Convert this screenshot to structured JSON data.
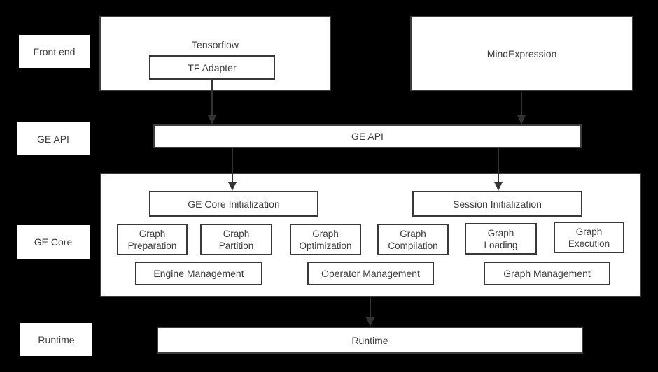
{
  "colors": {
    "background": "#000000",
    "box_fill": "#ffffff",
    "box_border": "#3d3d3d",
    "text": "#3d3d3d",
    "arrow": "#333333"
  },
  "side_labels": [
    {
      "label": "Front end"
    },
    {
      "label": "GE API"
    },
    {
      "label": "GE Core"
    },
    {
      "label": "Runtime"
    }
  ],
  "frontend": {
    "tensorflow_label": "Tensorflow",
    "tf_adapter_label": "TF Adapter",
    "mindexpression_label": "MindExpression"
  },
  "ge_api": {
    "label": "GE API"
  },
  "ge_core": {
    "init_label": "GE Core Initialization",
    "session_label": "Session Initialization",
    "modules": [
      "Graph\nPreparation",
      "Graph\nPartition",
      "Graph\nOptimization",
      "Graph\nCompilation",
      "Graph\nLoading",
      "Graph\nExecution"
    ],
    "management": [
      "Engine Management",
      "Operator Management",
      "Graph Management"
    ]
  },
  "runtime": {
    "label": "Runtime"
  }
}
